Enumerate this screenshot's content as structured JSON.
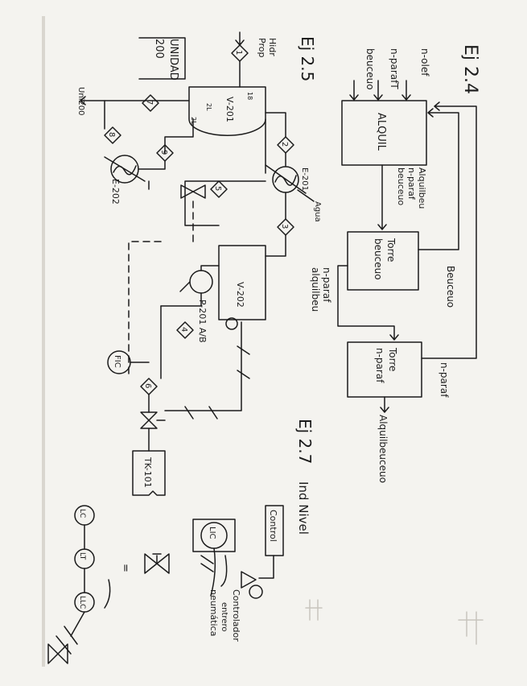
{
  "colors": {
    "paper": "#f4f3ef",
    "ink": "#1b1b1b",
    "edge_shadow": "#d9d6cf"
  },
  "exercises": {
    "ej24": {
      "title": "Ej 2.4",
      "feeds": [
        "n-olef",
        "n-parafT",
        "beuceuo"
      ],
      "units": {
        "alquil": "ALQUIL",
        "torre_benceno": "Torre beuceuo",
        "torre_parafina": "Torre n-paraf"
      },
      "stream_labels": {
        "alquil_out": [
          "Alquilbeu",
          "n-paraf",
          "beuceuo"
        ],
        "torre1_bottom": [
          "n-paraf",
          "alquilbeu"
        ],
        "recycle_benceno": "Beuceuo",
        "recycle_parafina": "n-paraf",
        "product": "Alquilbeuceuo"
      }
    },
    "ej25": {
      "title": "Ej 2.5",
      "unit_box": [
        "UNIDAD",
        "200"
      ],
      "feed": [
        "Hidr",
        "Prop"
      ],
      "vessel": "V-201",
      "vessel_small": [
        "18",
        "2L"
      ],
      "vessel_left_mark": "2L",
      "exchanger_1": "E-201",
      "exchanger_2": "E-202",
      "water_label": "Agua",
      "outlet_label": "Uni200",
      "drum": "V-202",
      "pump": "P-201 A/B",
      "tank": "TK-101",
      "flow_controller": "FIC",
      "streams": [
        "1",
        "2",
        "3",
        "4",
        "5",
        "6",
        "7",
        "8",
        "9"
      ]
    },
    "ej27": {
      "title": "Ej 2.7",
      "subtitle": "Ind Nivel",
      "control_box": "Control",
      "level_tag": "LIC",
      "note": [
        "Controlador",
        "entrero",
        "neumática"
      ],
      "chain": [
        "LC",
        "LT",
        "LLC"
      ],
      "equals": "="
    }
  }
}
